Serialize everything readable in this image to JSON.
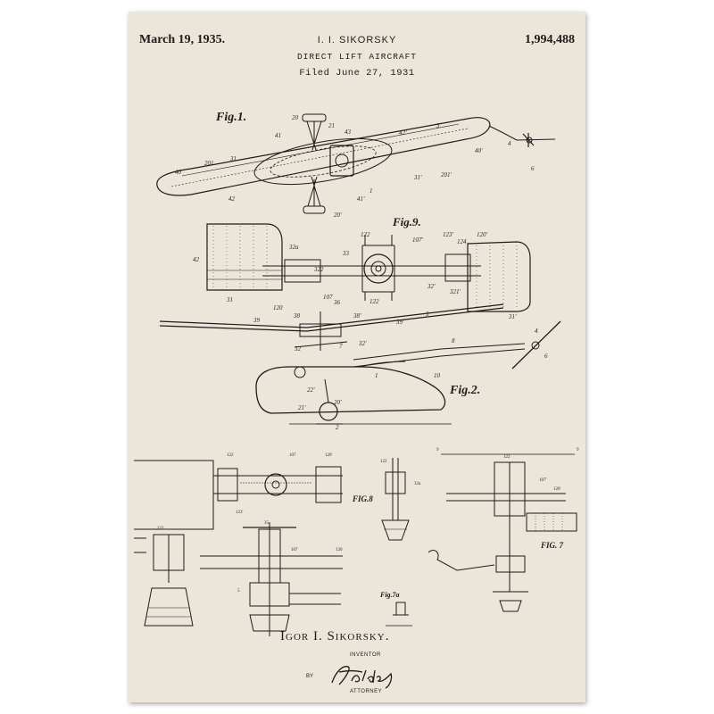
{
  "header": {
    "date": "March 19, 1935.",
    "inventor_caption": "I. I. SIKORSKY",
    "title": "DIRECT LIFT AIRCRAFT",
    "filed": "Filed June 27, 1931",
    "patent_number": "1,994,488"
  },
  "figures": {
    "fig1": "Fig.1.",
    "fig9": "Fig.9.",
    "fig2": "Fig.2.",
    "fig8": "FIG.8",
    "fig7": "FIG. 7",
    "fig7a": "Fig.7a"
  },
  "refs": {
    "r20": "20",
    "r21": "21",
    "r41": "41",
    "r43": "43",
    "r42p": "42'",
    "r3": "3",
    "r4": "4",
    "r40p": "40'",
    "r201": "201",
    "r31": "31",
    "r40": "40",
    "r42": "42",
    "r31p": "31'",
    "r201p": "201'",
    "r6": "6",
    "r20p": "20'",
    "r41p": "41'",
    "r1": "1",
    "r122": "122",
    "r107p": "107'",
    "r123p": "123'",
    "r120p": "120'",
    "r124": "124",
    "r32a": "32a",
    "r33": "33",
    "r322": "322",
    "r107": "107",
    "r120": "120",
    "r32p": "32'",
    "r321p": "321'",
    "r36": "36",
    "r39": "39",
    "r38": "38",
    "r38p": "38'",
    "r39p": "39'",
    "r32": "32",
    "r7": "7",
    "r8": "8",
    "r22p": "22'",
    "r10": "10",
    "r21p": "21'",
    "r2": "2",
    "r5": "5",
    "r9": "9",
    "r35": "35"
  },
  "signature": {
    "inventor_name": "Igor I. Sikorsky.",
    "inventor_role": "INVENTOR",
    "by": "BY",
    "attorney_role": "ATTORNEY"
  }
}
